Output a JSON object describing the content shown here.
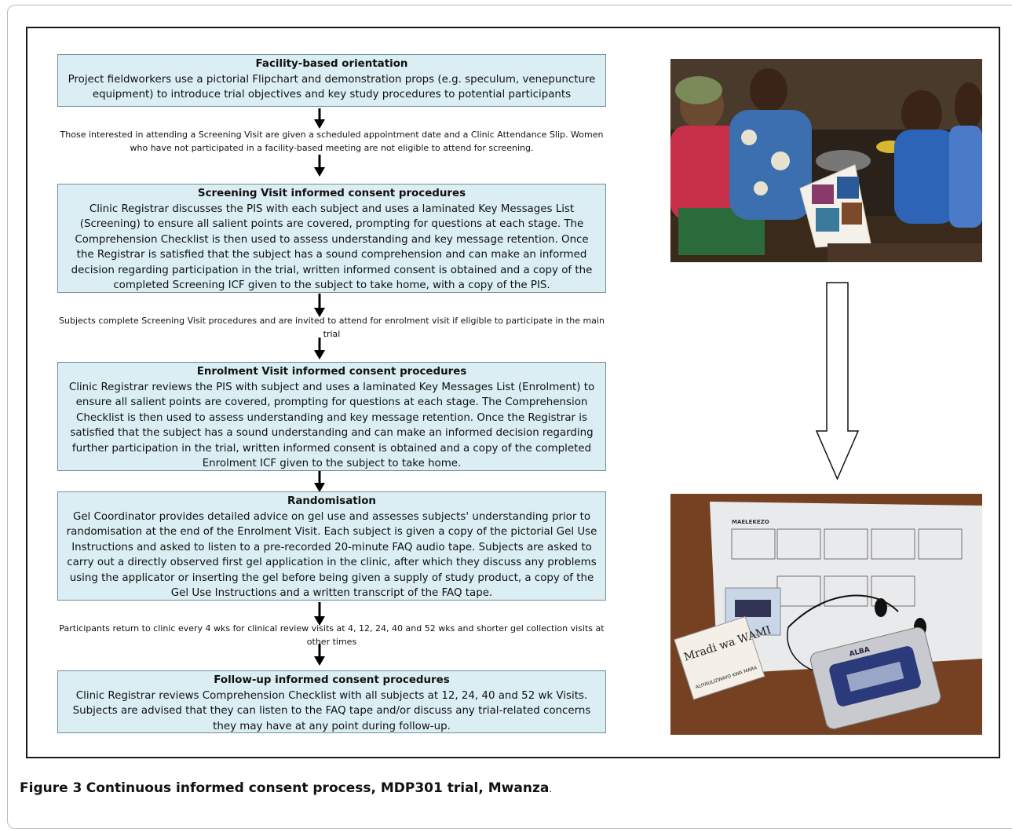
{
  "boxes": [
    {
      "title": "Facility-based orientation",
      "text": "Project fieldworkers use a pictorial Flipchart and demonstration props (e.g. speculum, venepuncture equipment) to introduce trial objectives and key study procedures to potential participants"
    },
    {
      "title": "Screening Visit informed consent procedures",
      "text": "Clinic Registrar discusses the PIS with each subject and uses a laminated Key Messages List (Screening) to ensure all salient points are covered, prompting for questions at each stage. The Comprehension Checklist is then used to assess understanding and key message retention. Once the Registrar is satisfied that the subject has a sound comprehension and can make an informed decision regarding participation in the trial, written informed consent is obtained and a copy of the completed Screening ICF given to the subject to take home, with a copy of the PIS."
    },
    {
      "title": "Enrolment Visit informed consent procedures",
      "text": "Clinic Registrar reviews the PIS with subject and uses a laminated Key Messages List (Enrolment) to ensure all salient points are covered, prompting for questions at each stage. The Comprehension Checklist is then used to assess understanding and key message retention. Once the Registrar is satisfied that the subject has a sound understanding and can make an informed decision regarding further participation in the trial, written informed consent is obtained and a copy of the completed Enrolment ICF given to the subject to take home."
    },
    {
      "title": "Randomisation",
      "text": "Gel Coordinator provides detailed advice on gel use and assesses subjects' understanding prior to randomisation at the end of the Enrolment Visit. Each subject is given a copy of the pictorial Gel Use Instructions and asked to listen to a pre-recorded 20-minute FAQ audio tape. Subjects are asked to carry out a directly observed first gel application in the clinic, after which they discuss any problems using the applicator or inserting the gel before being given a supply of study product, a copy of the Gel Use Instructions and a written transcript of the FAQ tape."
    },
    {
      "title": "Follow-up informed consent procedures",
      "text": "Clinic Registrar reviews Comprehension Checklist with all subjects at 12, 24, 40 and 52 wk Visits. Subjects are advised that they can listen to the FAQ tape and/or discuss any trial-related concerns they may have at any point during follow-up."
    }
  ],
  "notes": [
    "Those interested in attending a Screening Visit are given a scheduled appointment date and a Clinic Attendance Slip. Women who have not participated in a facility-based meeting are not eligible to attend for screening.",
    "Subjects complete Screening Visit procedures and are invited to attend for enrolment visit if eligible to participate in the main trial",
    "Participants return to clinic every 4 wks for clinical review visits at 4, 12, 24, 40 and 52 wks and shorter gel collection visits at other times"
  ],
  "photos": {
    "top_desc_icon": "flipchart-session-photo",
    "bottom_desc_icon": "audio-tape-materials-photo",
    "cassette_label_text": "Mradi wa WAMI",
    "cassette_sub_text": "ALIYAULIZWAYO KWA MARA",
    "sheet_title": "MAELEKEZO",
    "player_brand": "ALBA"
  },
  "caption": {
    "label": "Figure 3",
    "text": "Continuous informed consent process, MDP301 trial, Mwanza",
    "dot": "."
  },
  "colors": {
    "box_fill": "#dbeef3",
    "box_border": "#6f8f99"
  }
}
